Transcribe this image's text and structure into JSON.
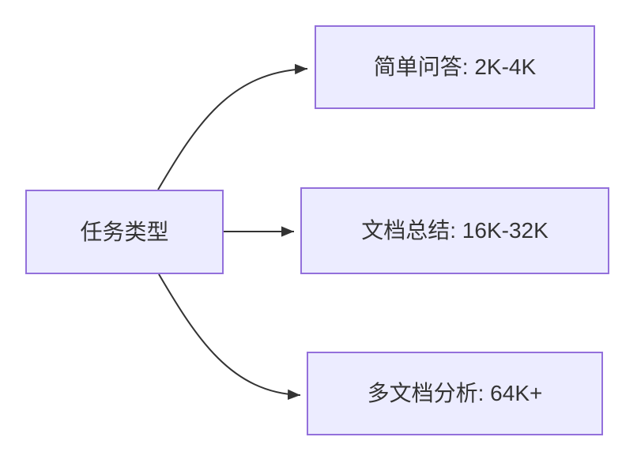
{
  "diagram": {
    "type": "flowchart-lr",
    "colors": {
      "background": "#ffffff",
      "node_fill": "#ECECFF",
      "node_border": "#9370DB",
      "edge": "#333333",
      "text": "#333333"
    },
    "root": {
      "label": "任务类型"
    },
    "branches": [
      {
        "label": "简单问答: 2K-4K"
      },
      {
        "label": "文档总结: 16K-32K"
      },
      {
        "label": "多文档分析: 64K+"
      }
    ]
  }
}
